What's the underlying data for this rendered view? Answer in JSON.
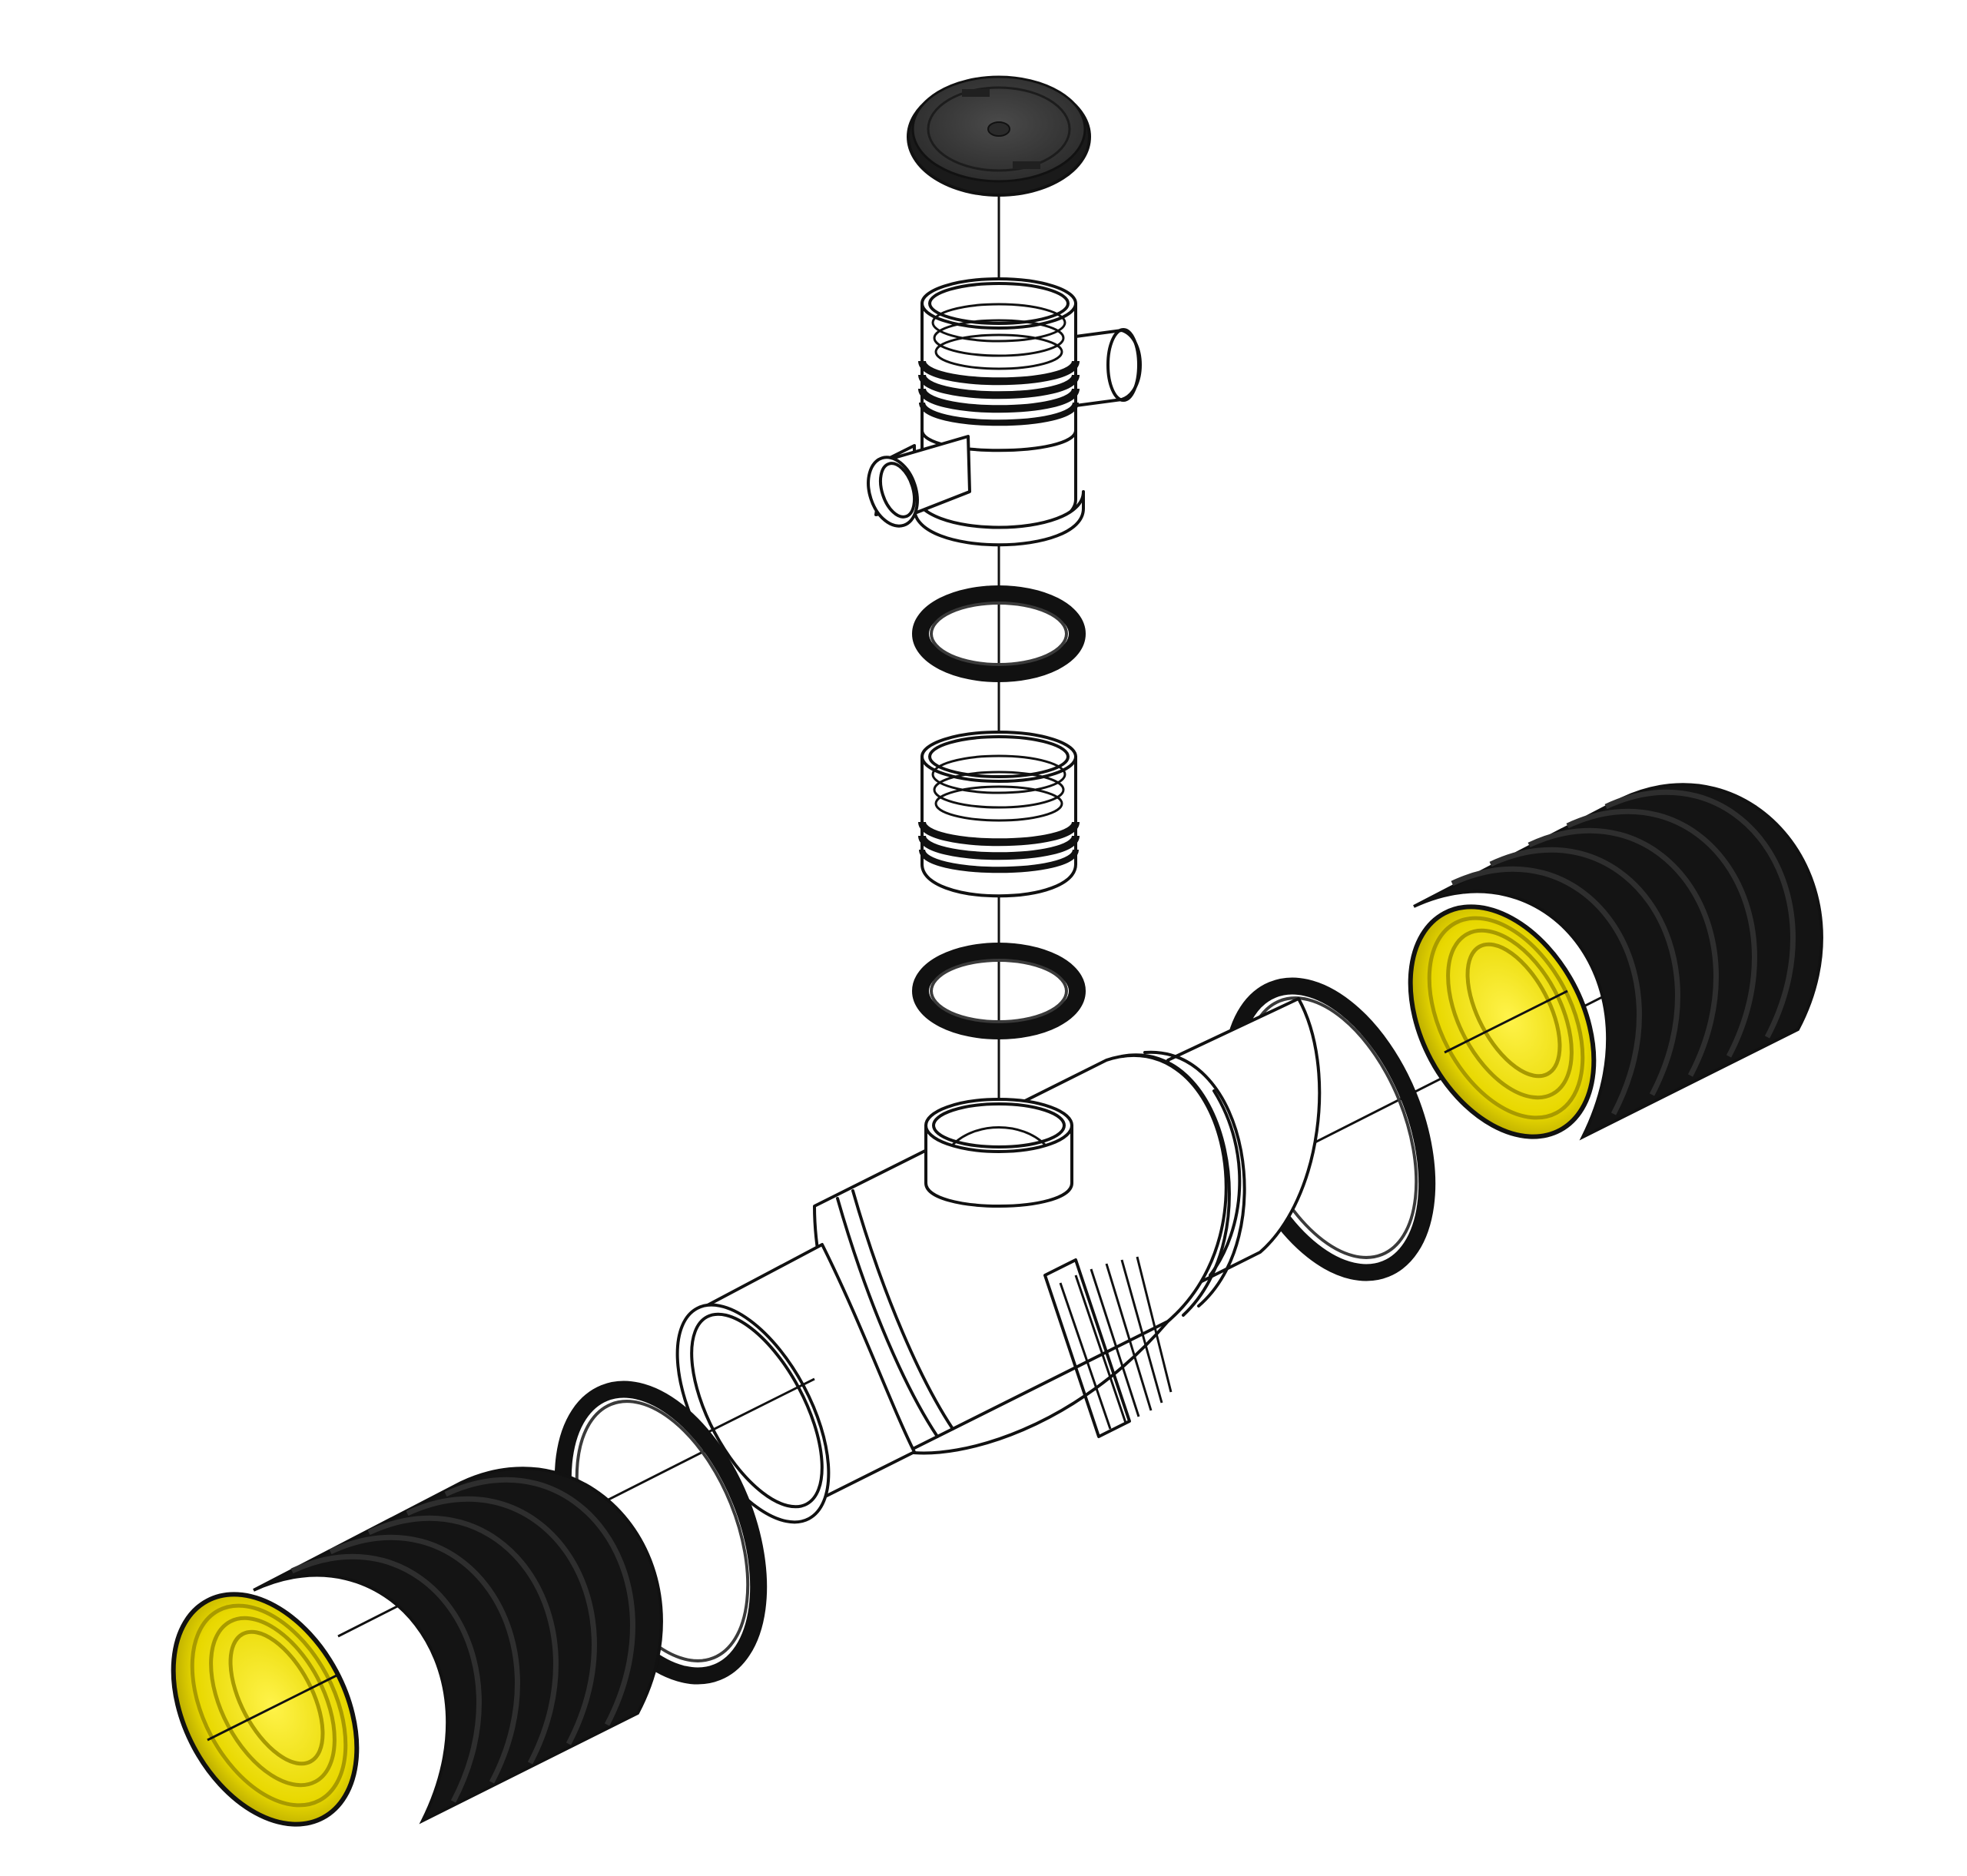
{
  "colors": {
    "line": "#111111",
    "pipe_black": "#141414",
    "pipe_rib": "#2e2e2e",
    "pipe_inner_yellow": "#f2e300",
    "pipe_inner_shadow": "#b8a800",
    "white": "#ffffff",
    "cover_dark": "#3a3a3a"
  },
  "parts": [
    "manhole-cover",
    "riser-with-side-inlets",
    "riser-gasket-upper",
    "riser-adapter",
    "riser-gasket-lower",
    "main-tee-body",
    "end-gasket-left",
    "end-gasket-right",
    "corrugated-pipe-left",
    "corrugated-pipe-right"
  ]
}
